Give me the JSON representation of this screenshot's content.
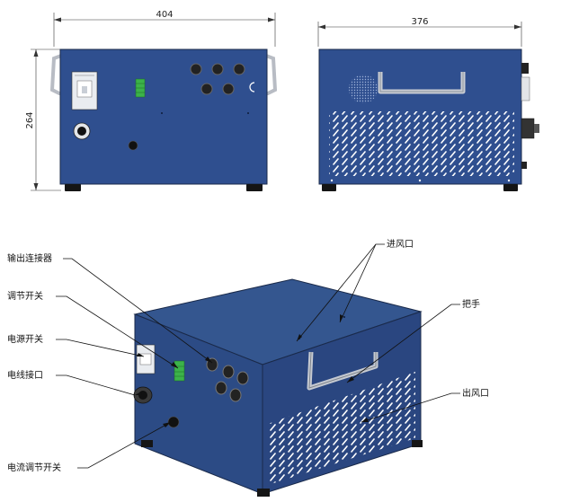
{
  "dimensions": {
    "front_width": "404",
    "side_depth": "376",
    "height": "264"
  },
  "callouts": {
    "output_connector": "输出连接器",
    "adjust_switch": "调节开关",
    "power_switch": "电源开关",
    "power_cord_port": "电线接口",
    "current_adjust_switch": "电流调节开关",
    "air_inlet": "进风口",
    "handle": "把手",
    "air_outlet": "出风口"
  },
  "colors": {
    "panel_blue": "#2f4f8f",
    "panel_dark": "#1e3566",
    "frame": "#1a2a4a"
  }
}
